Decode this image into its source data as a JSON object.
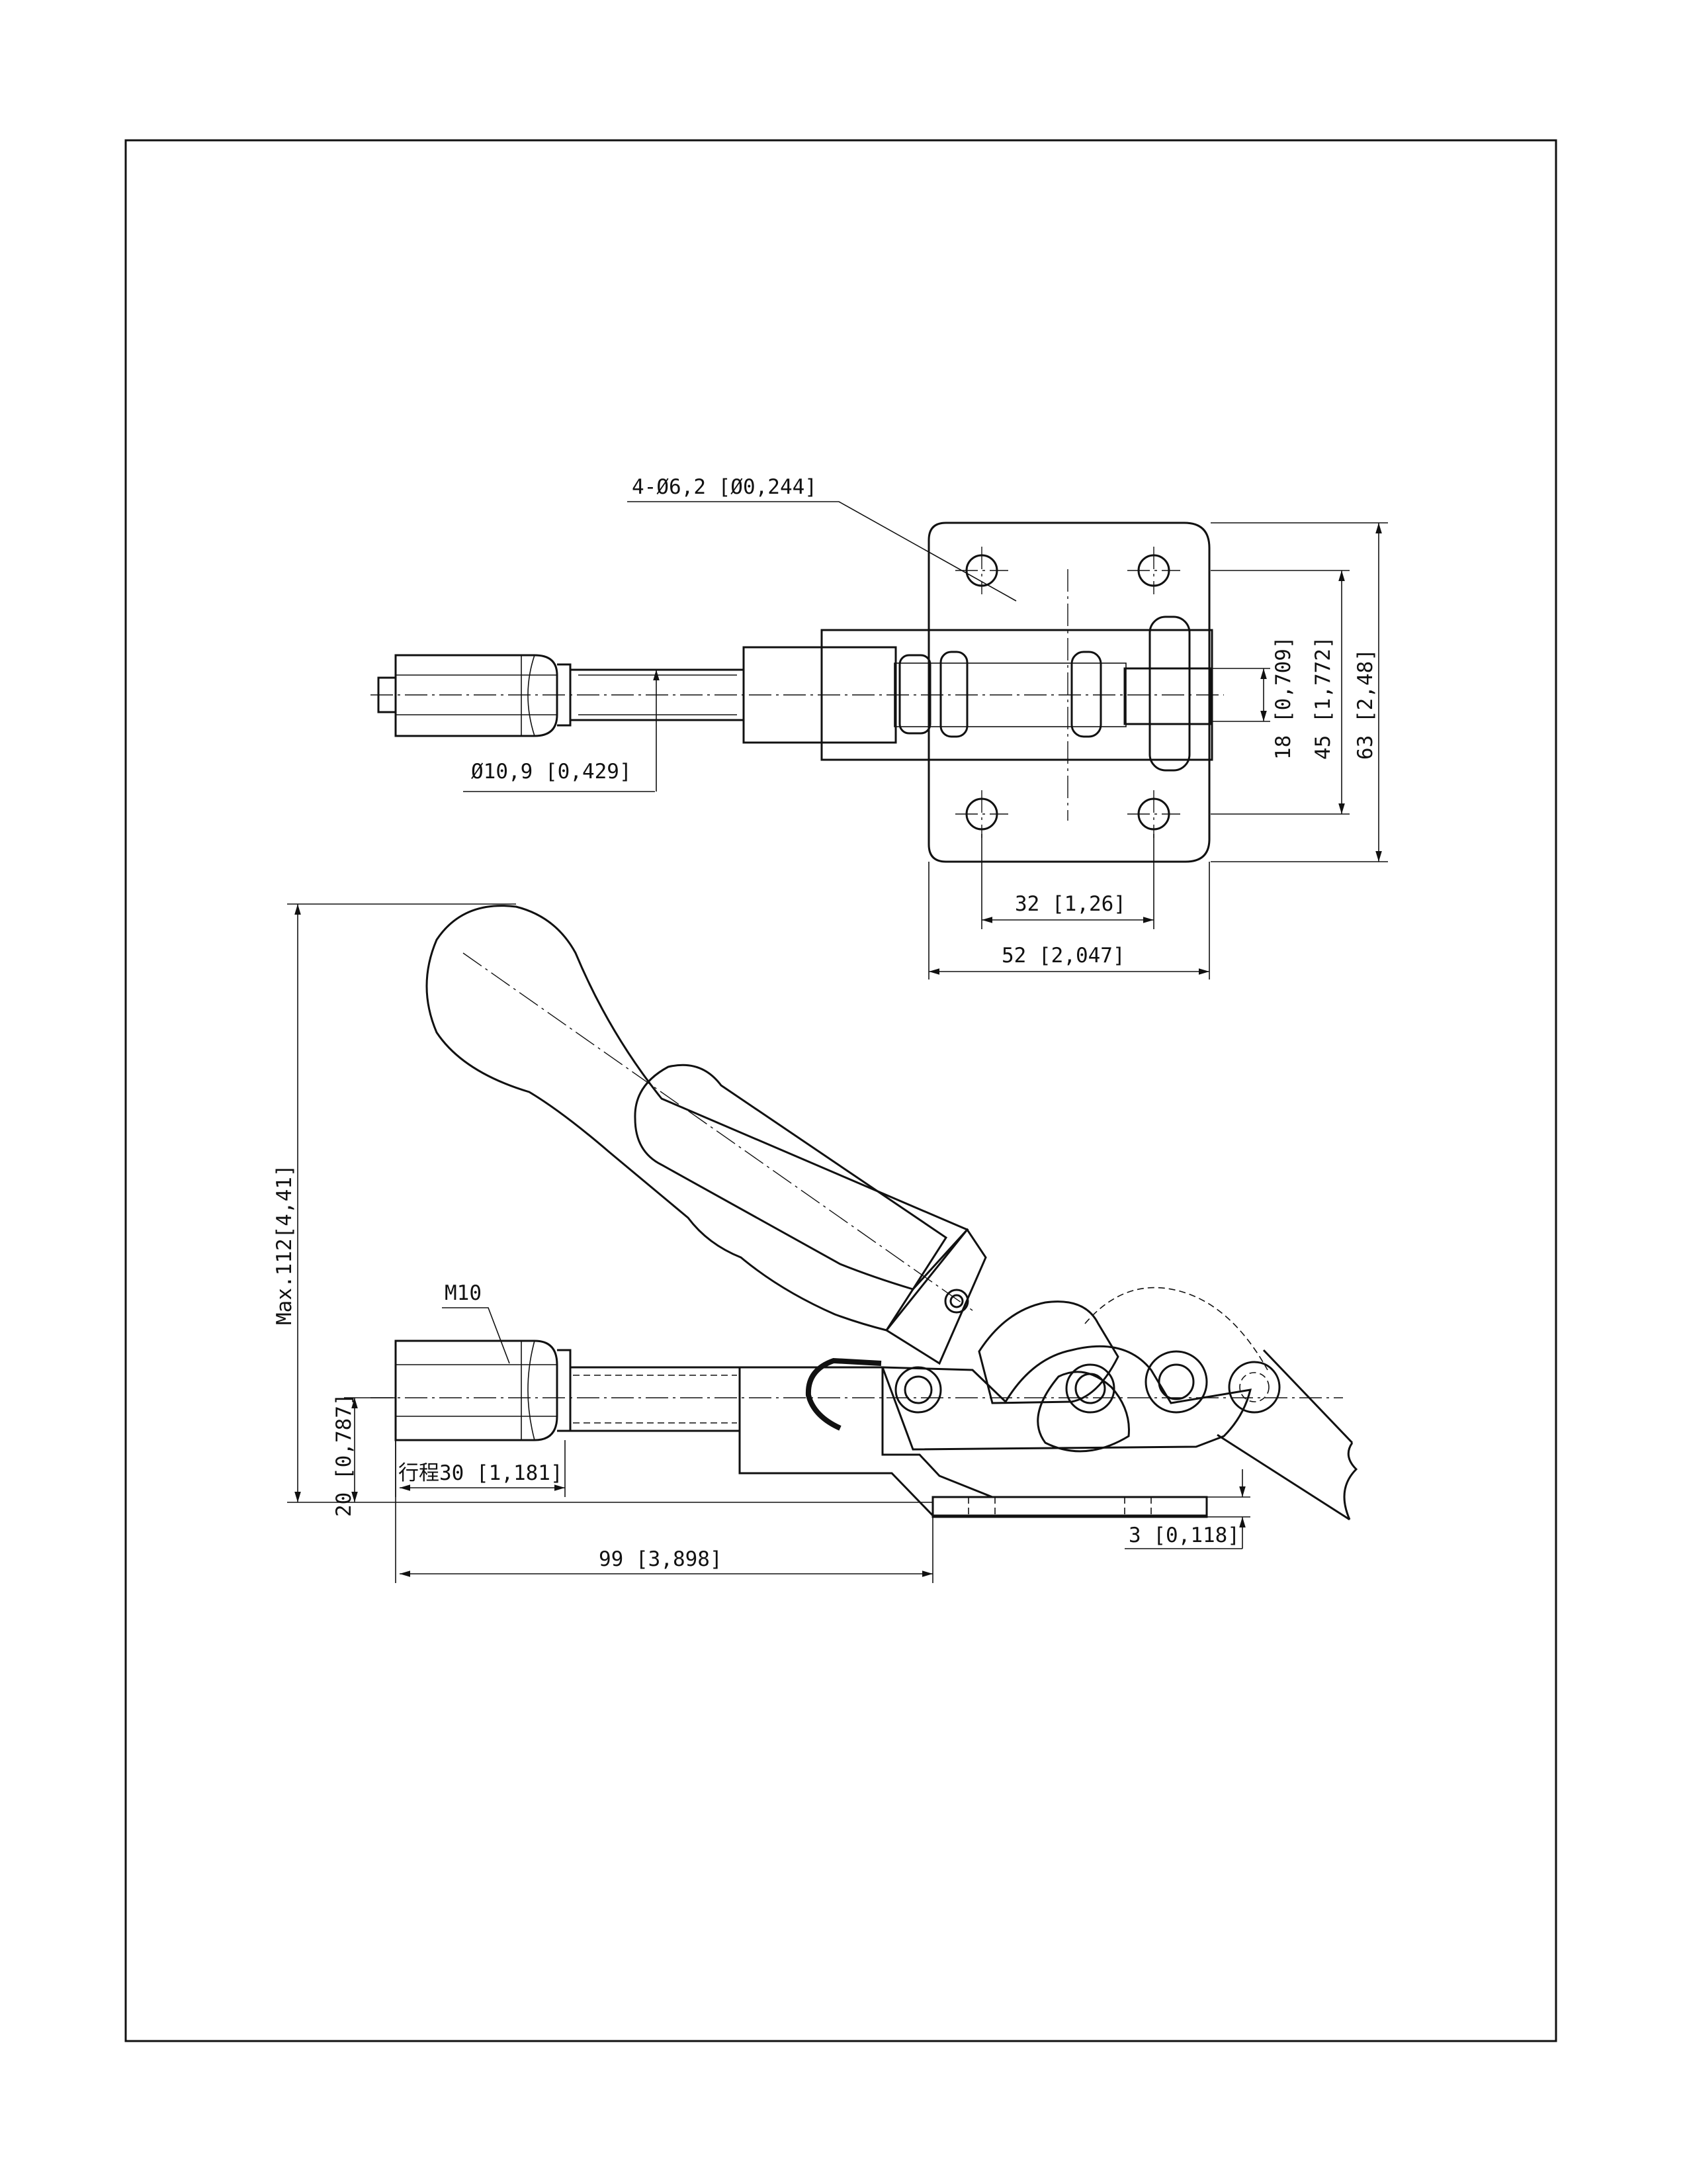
{
  "dimensions": {
    "hole_spec": "4-Ø6,2 [Ø0,244]",
    "rod_diameter": "Ø10,9 [0,429]",
    "width_18": "18 [0,709]",
    "width_45": "45 [1,772]",
    "width_63": "63 [2,48]",
    "hole_spacing_32": "32 [1,26]",
    "base_length_52": "52 [2,047]",
    "max_height": "Max.112[4,41]",
    "thread": "M10",
    "rod_height_20": "20 [0,787]",
    "stroke": "行程30 [1,181]",
    "overall_99": "99 [3,898]",
    "base_thickness_3": "3 [0,118]"
  }
}
